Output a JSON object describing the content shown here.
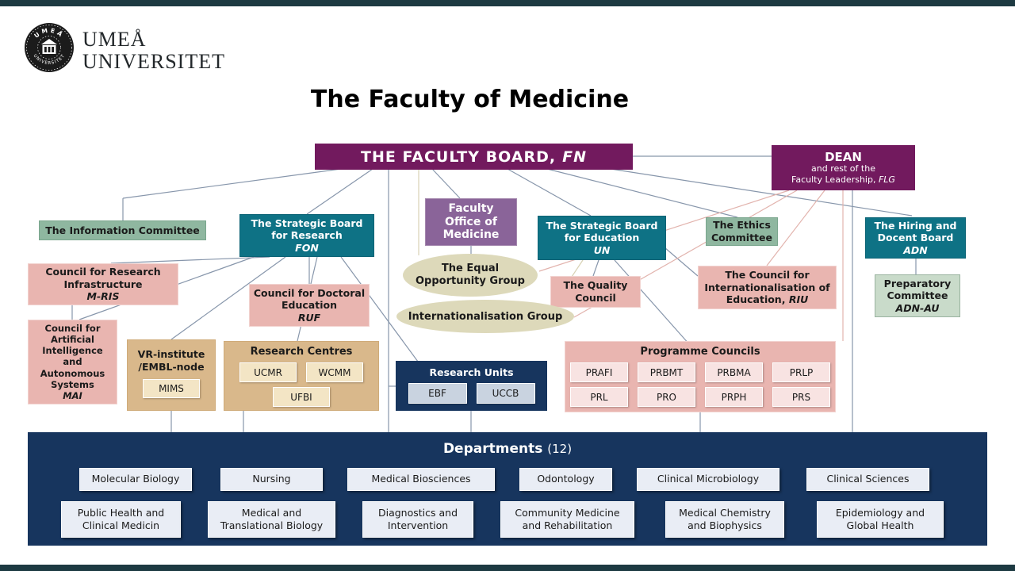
{
  "page": {
    "title": "The Faculty of Medicine"
  },
  "logo": {
    "name_line1": "UMEÅ",
    "name_line2": "UNIVERSITET",
    "seal_top": "UMEÅ",
    "seal_bottom": "UNIVERSITET"
  },
  "colors": {
    "purple_dark": "#721a5e",
    "purple_mid": "#8a6499",
    "teal": "#0e7285",
    "green": "#8fb7a0",
    "green_light": "#c9dbca",
    "pink": "#e9b5b0",
    "pink_light": "#f8e3e2",
    "tan": "#d9b88b",
    "tan_light": "#f3e5c5",
    "navy": "#17355e",
    "blue_light": "#c9d3e0",
    "beige_ellipse": "#ddd9ba",
    "department_box": "#e9edf5",
    "line_gray": "#8796ab",
    "line_salmon": "#e2b3ad"
  },
  "nodes": {
    "faculty_board": {
      "label": "THE FACULTY BOARD,",
      "abbr": "FN"
    },
    "dean": {
      "title": "DEAN",
      "line2": "and rest of the",
      "line3": "Faculty Leadership,",
      "abbr": "FLG"
    },
    "info_committee": {
      "text": "The Information Committee"
    },
    "fon": {
      "text": "The Strategic Board\nfor Research",
      "abbr": "FON"
    },
    "office": {
      "text": "Faculty\nOffice of\nMedicine"
    },
    "un": {
      "text": "The Strategic Board\nfor Education",
      "abbr": "UN"
    },
    "ethics": {
      "text": "The Ethics\nCommittee"
    },
    "adn": {
      "text": "The Hiring and\nDocent Board",
      "abbr": "ADN"
    },
    "mris": {
      "text": "Council for Research\nInfrastructure",
      "abbr": "M-RIS"
    },
    "ruf": {
      "text": "Council for Doctoral\nEducation",
      "abbr": "RUF"
    },
    "equal_opportunity": {
      "text": "The Equal\nOpportunity Group"
    },
    "quality": {
      "text": "The Quality\nCouncil"
    },
    "riu": {
      "text": "The Council for\nInternationalisation of",
      "line3": "Education,",
      "abbr": "RIU"
    },
    "preparatory": {
      "text": "Preparatory\nCommittee",
      "abbr": "ADN-AU"
    },
    "intl_group": {
      "text": "Internationalisation Group"
    },
    "mai": {
      "text": "Council for\nArtificial\nIntelligence\nand\nAutonomous\nSystems",
      "abbr": "MAI"
    },
    "vr_institute": {
      "text": "VR-institute\n/EMBL-node",
      "items": [
        "MIMS"
      ]
    },
    "research_centres": {
      "title": "Research Centres",
      "items": [
        "UCMR",
        "WCMM",
        "UFBI"
      ]
    },
    "research_units": {
      "title": "Research Units",
      "items": [
        "EBF",
        "UCCB"
      ]
    },
    "programme_councils": {
      "title": "Programme Councils",
      "items": [
        "PRAFI",
        "PRBMT",
        "PRBMA",
        "PRLP",
        "PRL",
        "PRO",
        "PRPH",
        "PRS"
      ]
    },
    "departments": {
      "title": "Departments",
      "count": "(12)",
      "row1": [
        "Molecular Biology",
        "Nursing",
        "Medical Biosciences",
        "Odontology",
        "Clinical Microbiology",
        "Clinical Sciences"
      ],
      "row2": [
        "Public Health and\nClinical Medicin",
        "Medical and\nTranslational Biology",
        "Diagnostics and\nIntervention",
        "Community Medicine\nand Rehabilitation",
        "Medical Chemistry\nand Biophysics",
        "Epidemiology and\nGlobal Health"
      ]
    }
  }
}
